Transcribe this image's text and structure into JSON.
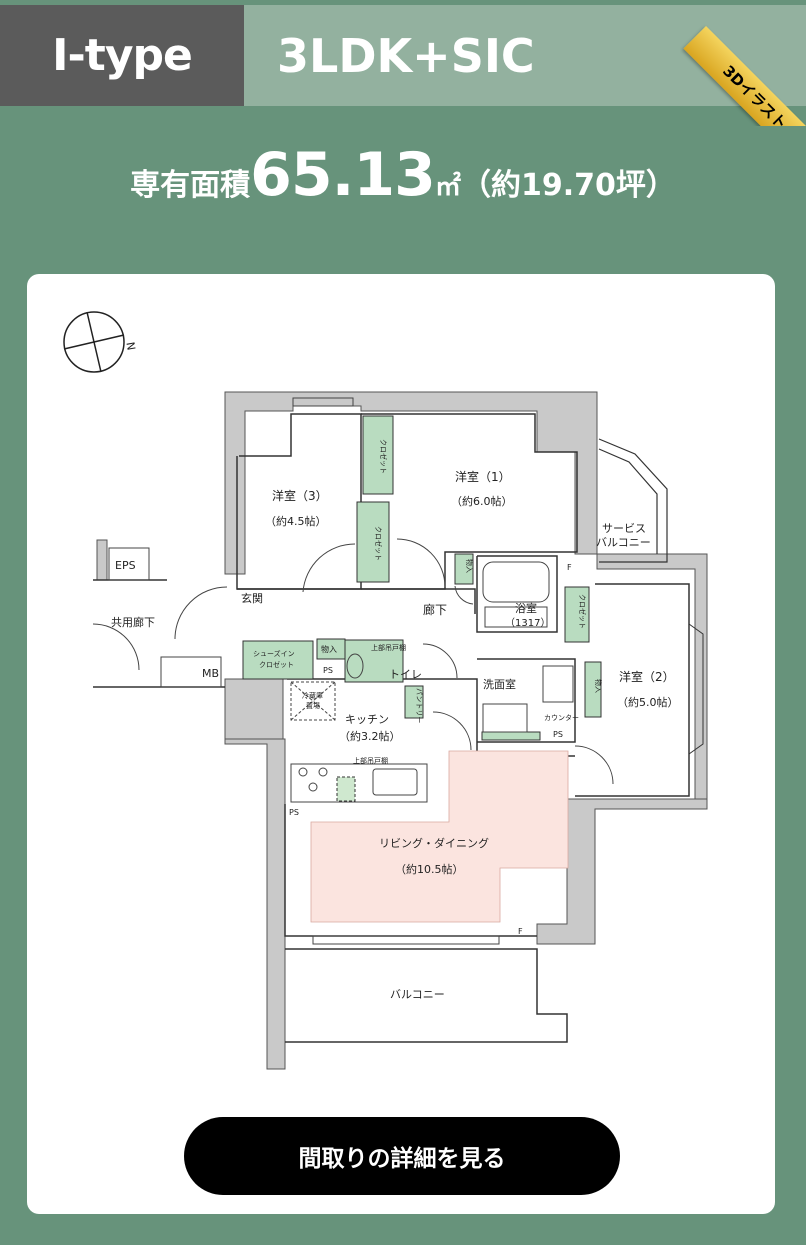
{
  "header": {
    "type_label": "I-type",
    "plan_label": "3LDK+SIC",
    "ribbon": "3Dイラスト"
  },
  "area": {
    "label": "専有面積",
    "value": "65.13",
    "unit": "㎡",
    "tsubo": "（約19.70坪）"
  },
  "floorplan": {
    "compass": "N",
    "rooms": {
      "western3": "洋室（3）",
      "western3_size": "（約4.5帖）",
      "western1": "洋室（1）",
      "western1_size": "（約6.0帖）",
      "western2": "洋室（2）",
      "western2_size": "（約5.0帖）",
      "service_balcony_1": "サービス",
      "service_balcony_2": "バルコニー",
      "eps": "EPS",
      "mb": "MB",
      "common_corridor": "共用廊下",
      "entrance": "玄関",
      "hallway": "廊下",
      "shoes_in_closet_1": "シューズイン",
      "shoes_in_closet_2": "クロゼット",
      "storage": "物入",
      "ps": "PS",
      "toilet": "トイレ",
      "upper_cabinet": "上部吊戸棚",
      "bath": "浴室",
      "bath_size": "（1317）",
      "washroom": "洗面室",
      "counter": "カウンター",
      "pantry": "パントリー",
      "fridge_1": "冷蔵庫",
      "fridge_2": "置場",
      "kitchen": "キッチン",
      "kitchen_size": "（約3.2帖）",
      "living": "リビング・ダイニング",
      "living_size": "（約10.5帖）",
      "balcony": "バルコニー",
      "closet": "クロゼット",
      "f": "F"
    }
  },
  "button": {
    "label": "間取りの詳細を見る"
  },
  "colors": {
    "background": "#67937b",
    "type_badge": "#5b5b5b",
    "plan_bar": "#93b19f",
    "closet_fill": "#b9dcc0",
    "living_fill": "#fbe4df",
    "wall": "#c9c9c9"
  }
}
